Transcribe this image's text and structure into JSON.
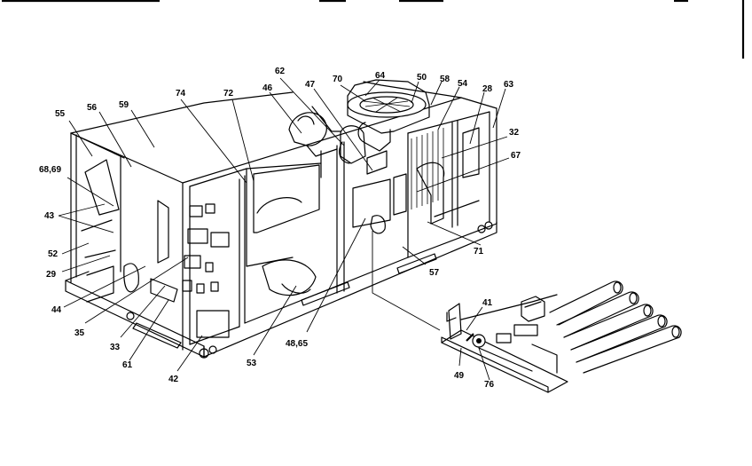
{
  "diagram": {
    "callouts": [
      {
        "id": "c55",
        "text": "55"
      },
      {
        "id": "c56",
        "text": "56"
      },
      {
        "id": "c59",
        "text": "59"
      },
      {
        "id": "c74",
        "text": "74"
      },
      {
        "id": "c72",
        "text": "72"
      },
      {
        "id": "c46",
        "text": "46"
      },
      {
        "id": "c62",
        "text": "62"
      },
      {
        "id": "c47",
        "text": "47"
      },
      {
        "id": "c70",
        "text": "70"
      },
      {
        "id": "c64",
        "text": "64"
      },
      {
        "id": "c50",
        "text": "50"
      },
      {
        "id": "c58",
        "text": "58"
      },
      {
        "id": "c54",
        "text": "54"
      },
      {
        "id": "c28",
        "text": "28"
      },
      {
        "id": "c63",
        "text": "63"
      },
      {
        "id": "c32",
        "text": "32"
      },
      {
        "id": "c67",
        "text": "67"
      },
      {
        "id": "c68",
        "text": "68,69"
      },
      {
        "id": "c43",
        "text": "43"
      },
      {
        "id": "c52",
        "text": "52"
      },
      {
        "id": "c29",
        "text": "29"
      },
      {
        "id": "c44",
        "text": "44"
      },
      {
        "id": "c35",
        "text": "35"
      },
      {
        "id": "c33",
        "text": "33"
      },
      {
        "id": "c61",
        "text": "61"
      },
      {
        "id": "c42",
        "text": "42"
      },
      {
        "id": "c53",
        "text": "53"
      },
      {
        "id": "c48",
        "text": "48,65"
      },
      {
        "id": "c57",
        "text": "57"
      },
      {
        "id": "c71",
        "text": "71"
      },
      {
        "id": "c41",
        "text": "41"
      },
      {
        "id": "c49",
        "text": "49"
      },
      {
        "id": "c76",
        "text": "76"
      }
    ]
  }
}
